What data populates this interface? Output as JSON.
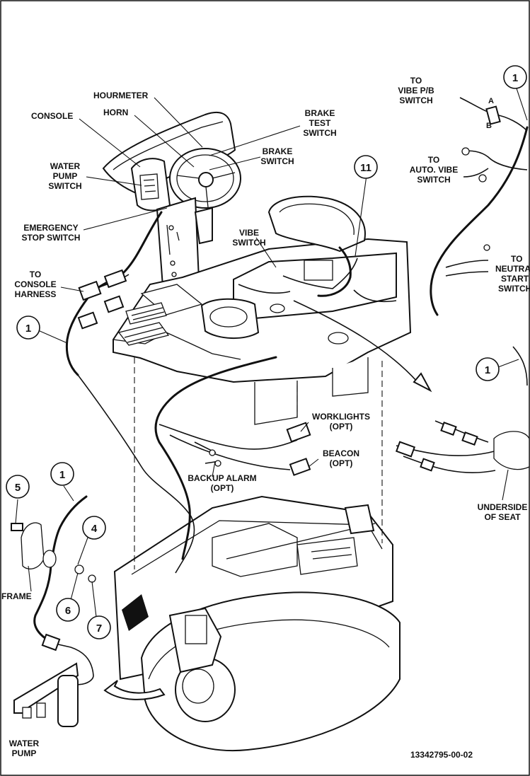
{
  "labels": {
    "hourmeter": "HOURMETER",
    "horn": "HORN",
    "console": "CONSOLE",
    "brake_test_1": "BRAKE",
    "brake_test_2": "TEST",
    "brake_test_3": "SWITCH",
    "brake_switch_1": "BRAKE",
    "brake_switch_2": "SWITCH",
    "water_pump_1": "WATER",
    "water_pump_2": "PUMP",
    "water_pump_3": "SWITCH",
    "emergency_1": "EMERGENCY",
    "emergency_2": "STOP SWITCH",
    "vibe_switch_1": "VIBE",
    "vibe_switch_2": "SWITCH",
    "console_harness_1": "TO",
    "console_harness_2": "CONSOLE",
    "console_harness_3": "HARNESS",
    "vibe_pb_1": "TO",
    "vibe_pb_2": "VIBE P/B",
    "vibe_pb_3": "SWITCH",
    "pin_a": "A",
    "pin_b": "B",
    "auto_vibe_1": "TO",
    "auto_vibe_2": "AUTO. VIBE",
    "auto_vibe_3": "SWITCH",
    "neutral_1": "TO",
    "neutral_2": "NEUTRAL",
    "neutral_3": "START",
    "neutral_4": "SWITCH",
    "worklights_1": "WORKLIGHTS",
    "worklights_2": "(OPT)",
    "beacon_1": "BEACON",
    "beacon_2": "(OPT)",
    "backup_1": "BACKUP ALARM",
    "backup_2": "(OPT)",
    "underside_1": "UNDERSIDE",
    "underside_2": "OF SEAT",
    "frame": "FRAME",
    "water_pump_part_1": "WATER",
    "water_pump_part_2": "PUMP",
    "part_number": "13342795-00-02"
  },
  "callouts": {
    "c1_top_right": "1",
    "c11": "11",
    "c1_left": "1",
    "c1_right": "1",
    "c5": "5",
    "c1_bottom": "1",
    "c4": "4",
    "c6": "6",
    "c7": "7"
  }
}
